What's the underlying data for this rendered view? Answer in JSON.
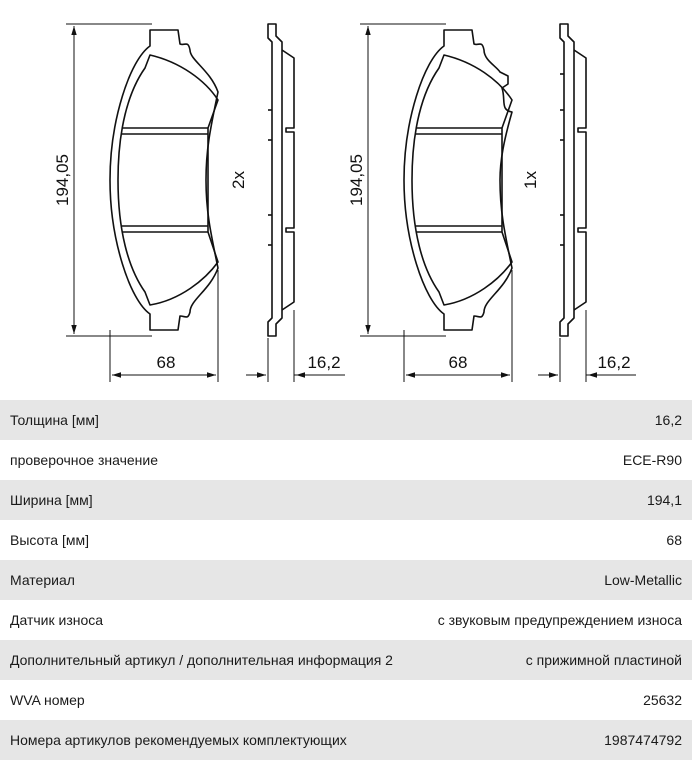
{
  "drawing": {
    "left_pad": {
      "height_dim": "194,05",
      "width_dim": "68",
      "thickness_dim": "16,2",
      "quantity": "2x"
    },
    "right_pad": {
      "height_dim": "194,05",
      "width_dim": "68",
      "thickness_dim": "16,2",
      "quantity": "1x"
    }
  },
  "specs": [
    {
      "label": "Толщина [мм]",
      "value": "16,2"
    },
    {
      "label": "проверочное значение",
      "value": "ECE-R90"
    },
    {
      "label": "Ширина [мм]",
      "value": "194,1"
    },
    {
      "label": "Высота [мм]",
      "value": "68"
    },
    {
      "label": "Материал",
      "value": "Low-Metallic"
    },
    {
      "label": "Датчик износа",
      "value": "с звуковым предупреждением износа"
    },
    {
      "label": "Дополнительный артикул / дополнительная информация 2",
      "value": "с прижимной пластиной"
    },
    {
      "label": "WVA номер",
      "value": "25632"
    },
    {
      "label": "Номера артикулов рекомендуемых комплектующих",
      "value": "1987474792"
    }
  ],
  "colors": {
    "row_shade": "#e6e6e6",
    "line": "#111111"
  }
}
